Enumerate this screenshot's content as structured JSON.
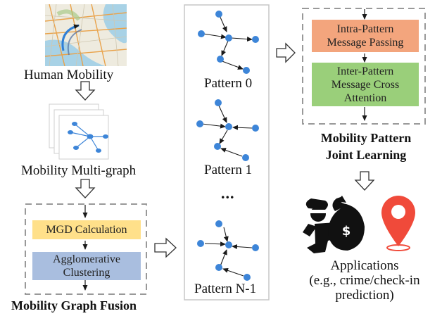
{
  "left": {
    "map_caption": "Human Mobility",
    "multigraph_caption": "Mobility Multi-graph",
    "fusion": {
      "step1": "MGD Calculation",
      "step2_line1": "Agglomerative",
      "step2_line2": "Clustering",
      "title": "Mobility Graph Fusion"
    }
  },
  "middle": {
    "patterns": [
      "Pattern 0",
      "Pattern 1",
      "Pattern N-1"
    ],
    "ellipsis": "..."
  },
  "right": {
    "joint": {
      "step1_line1": "Intra-Pattern",
      "step1_line2": "Message Passing",
      "step2_line1": "Inter-Pattern",
      "step2_line2": "Message Cross",
      "step2_line3": "Attention",
      "title_line1": "Mobility Pattern",
      "title_line2": "Joint Learning"
    },
    "applications": {
      "line1": "Applications",
      "line2": "(e.g., crime/check-in",
      "line3": "prediction)",
      "bag_symbol": "$"
    }
  },
  "colors": {
    "node": "#3d85d8",
    "edge": "#1a1a1a",
    "mgd_fill": "#ffe08a",
    "cluster_fill": "#a9bedf",
    "intra_fill": "#f3a57d",
    "inter_fill": "#9acf7a",
    "dashed": "#999999",
    "pin": "#f04a3a",
    "map_road": "#e9a24a",
    "map_water": "#a8d2e6",
    "map_land": "#eeebdf"
  },
  "icons": [
    "map-image",
    "multigraph-icon",
    "thief-icon",
    "location-pin-icon"
  ]
}
